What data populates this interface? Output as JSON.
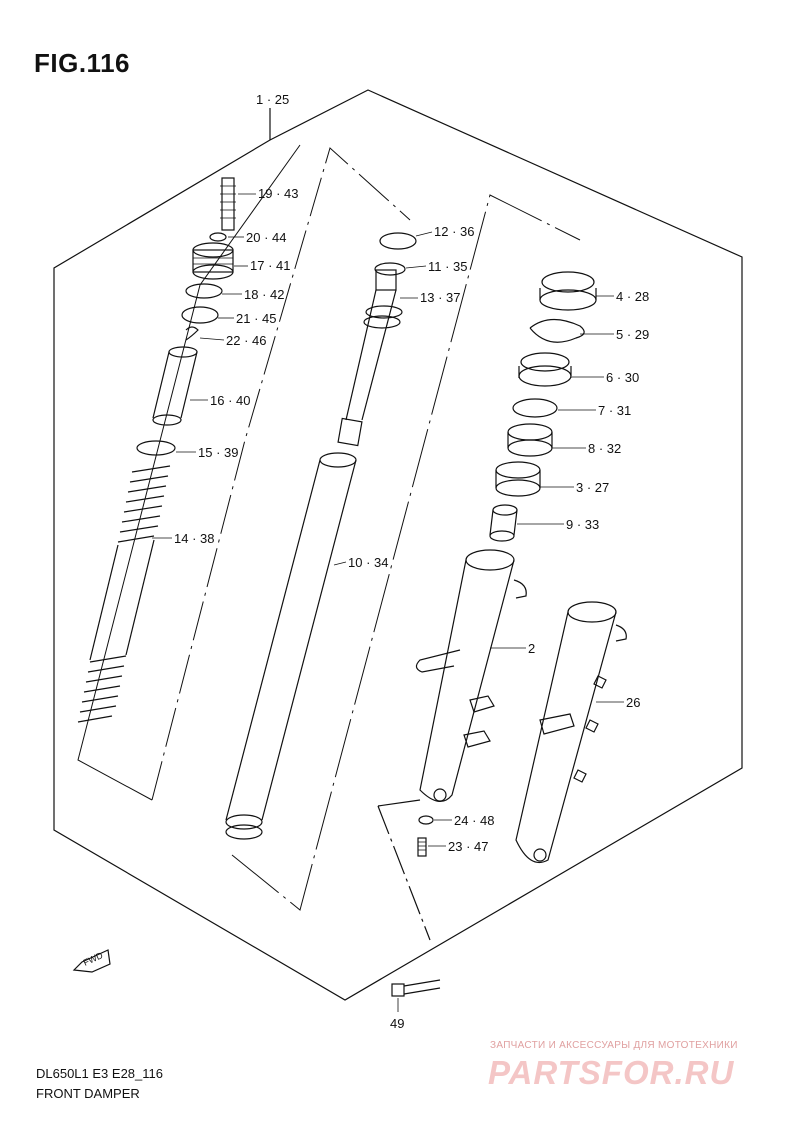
{
  "figure": {
    "title": "FIG.116"
  },
  "callouts": {
    "c1": "1 · 25",
    "c19": "19 · 43",
    "c20": "20 · 44",
    "c17": "17 · 41",
    "c18": "18 · 42",
    "c21": "21 · 45",
    "c22": "22 · 46",
    "c16": "16 · 40",
    "c15": "15 · 39",
    "c14": "14 · 38",
    "c12": "12 · 36",
    "c11": "11 · 35",
    "c13": "13 · 37",
    "c10": "10 · 34",
    "c4": "4 · 28",
    "c5": "5 · 29",
    "c6": "6 · 30",
    "c7": "7 · 31",
    "c8": "8 · 32",
    "c3": "3 · 27",
    "c9": "9 · 33",
    "c2": "2",
    "c26": "26",
    "c24": "24 · 48",
    "c23": "23 · 47",
    "c49": "49"
  },
  "direction_label": "FWD",
  "footer": {
    "model": "DL650L1 E3 E28_116",
    "subtitle": "FRONT DAMPER"
  },
  "watermark": {
    "text": "ЗАПЧАСТИ И АКСЕССУАРЫ ДЛЯ МОТОТЕХНИКИ",
    "logo": "PARTSFOR.RU"
  },
  "colors": {
    "line": "#111111",
    "watermark": "#f4c6c6"
  }
}
